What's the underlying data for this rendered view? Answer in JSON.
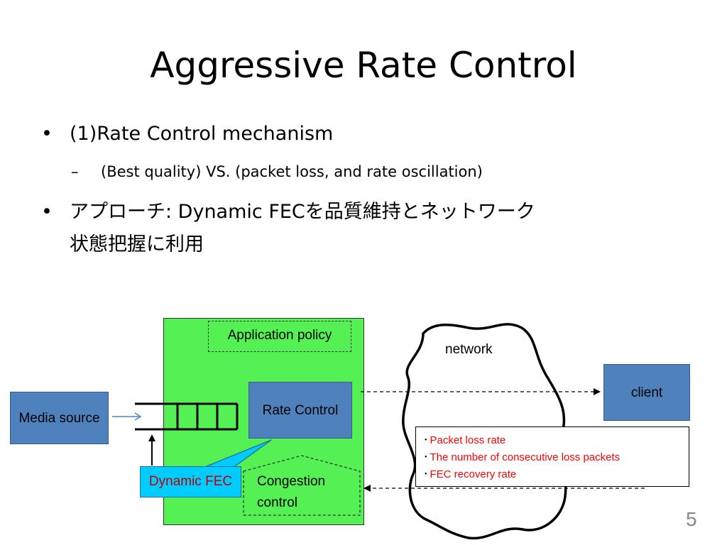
{
  "slide": {
    "title": "Aggressive Rate Control",
    "page_number": "5"
  },
  "bullets": [
    {
      "marker": "•",
      "text": "(1)Rate Control mechanism"
    },
    {
      "marker": "–",
      "text": "(Best quality) VS. (packet loss, and rate oscillation)"
    },
    {
      "marker": "•",
      "text_line1": "アプローチ: Dynamic FECを品質維持とネットワーク",
      "text_line2": "状態把握に利用"
    }
  ],
  "diagram": {
    "application_policy": "Application policy",
    "rate_control": "Rate Control",
    "media_source": "Media source",
    "congestion_line1": "Congestion",
    "congestion_line2": "control",
    "network": "network",
    "client": "client",
    "dynamic_fec": "Dynamic FEC",
    "info_marker": "･",
    "info_items": [
      "Packet loss rate",
      "The number of consecutive loss packets",
      "FEC recovery rate"
    ]
  },
  "colors": {
    "node_green": "#54f054",
    "node_blue": "#4f81bd",
    "callout_cyan": "#00ccff",
    "highlight_red": "#ff0000"
  }
}
